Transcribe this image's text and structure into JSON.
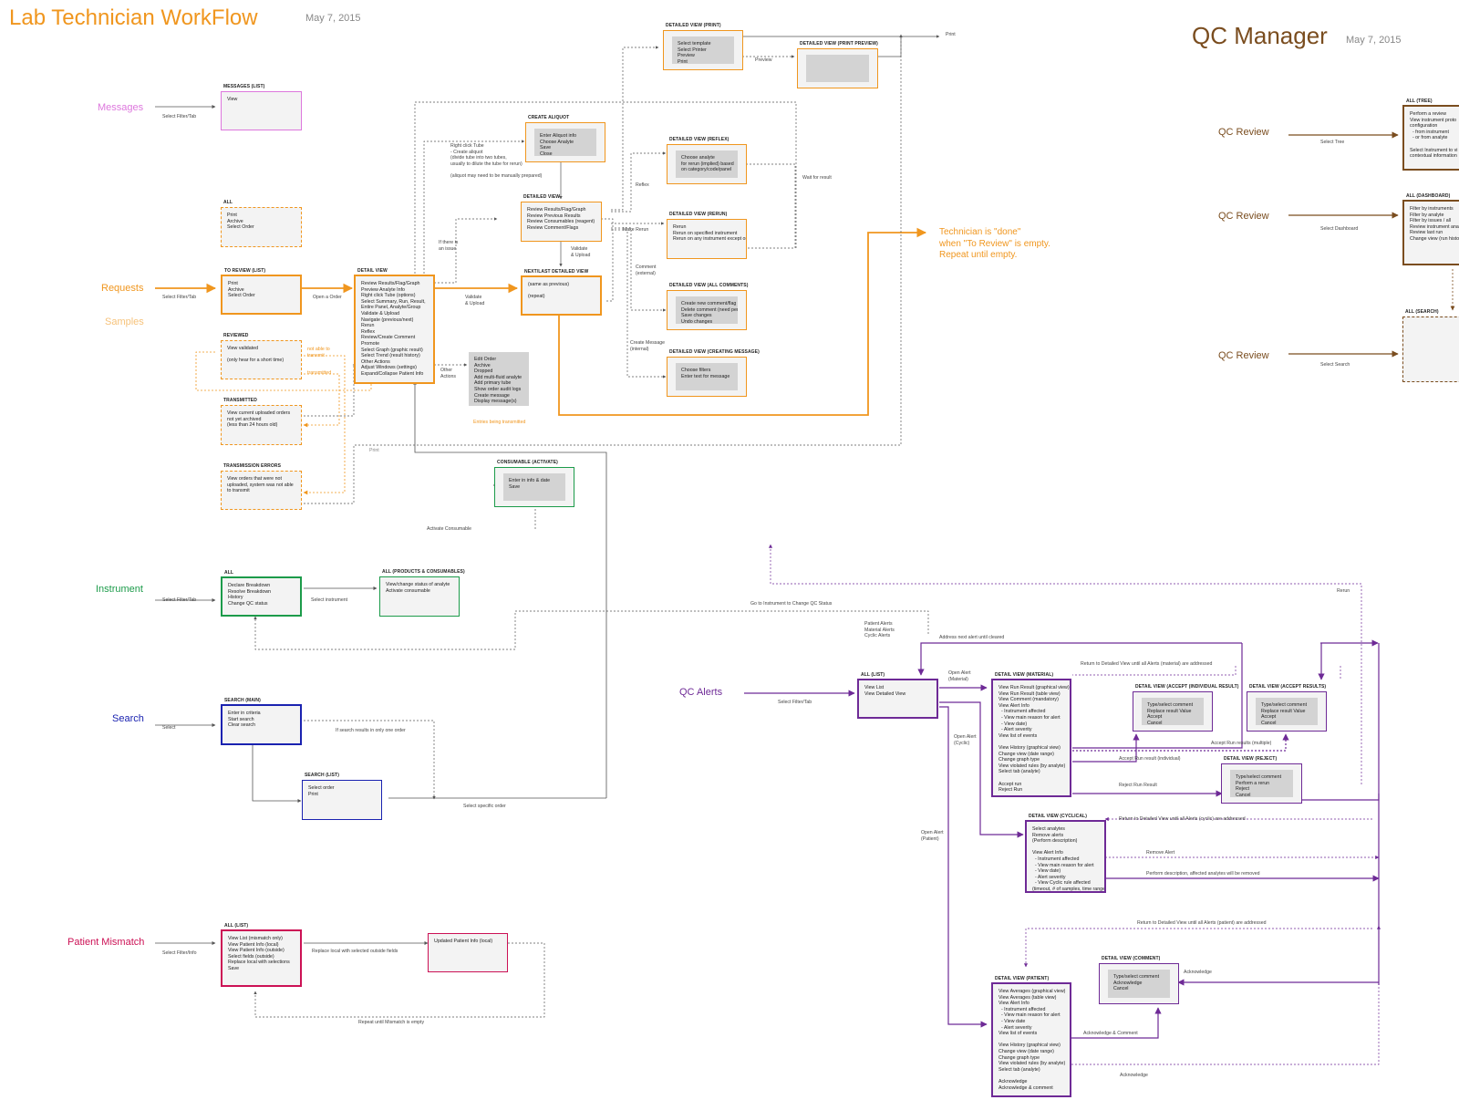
{
  "titles": {
    "lab_title": "Lab Technician WorkFlow",
    "lab_date": "May 7, 2015",
    "qc_title": "QC Manager",
    "qc_date": "May 7, 2015"
  },
  "colors": {
    "orange": "#f0961e",
    "pink": "#dd77dd",
    "green": "#1c9b4a",
    "blue": "#1a22b0",
    "crimson": "#cc1155",
    "purple": "#6e2a96",
    "brown": "#7a4d1f"
  },
  "sections": {
    "messages": "Messages",
    "requests": "Requests",
    "samples": "Samples",
    "instrument": "Instrument",
    "search": "Search",
    "patient_mismatch": "Patient Mismatch",
    "qc_alerts": "QC Alerts",
    "qc_review_1": "QC Review",
    "qc_review_2": "QC Review",
    "qc_review_3": "QC Review",
    "done_note": "Technician is \"done\"\nwhen \"To Review\" is empty.\nRepeat until empty."
  },
  "boxes": {
    "messages_list": {
      "title": "MESSAGES (LIST)",
      "body": "View"
    },
    "all_orders": {
      "title": "ALL",
      "body": "Print\nArchive\nSelect Order"
    },
    "to_review": {
      "title": "TO REVIEW (LIST)",
      "body": "Print\nArchive\nSelect Order"
    },
    "reviewed": {
      "title": "REVIEWED",
      "body": "View validated\n\n(only hear for a short time)"
    },
    "reviewed_side": "not able to\ntransmit\n\n\ntransmitted",
    "transmitted": {
      "title": "TRANSMITTED",
      "body": "View current uploaded orders\nnot yet archived\n(less than 24 hours old)"
    },
    "transmission_errors": {
      "title": "TRANSMISSION ERRORS",
      "body": "View orders that were not\nuploaded, system was not able\nto transmit"
    },
    "detail_view": {
      "title": "DETAIL VIEW",
      "body": "Review Results/Flag/Graph\nPreview Analyte Info\nRight click Tube (options)\nSelect Summary, Run, Result,\nEntire Panel, Analyte/Group\nValidate & Upload\nNavigate (previous/next)\nRerun\nReflex\nReview/Create Comment\nPromote\nSelect Graph (graphic result)\nSelect Trend (result history)\nOther Actions\nAdjust Windows (settings)\nExpand/Collapse Patient Info"
    },
    "other_actions": {
      "body": "Edit Order\nArchive\nDropped\nAdd multi-fluid analyte\nAdd primary tube\nShow order audit logs\nCreate message\nDisplay message(s)"
    },
    "create_aliquot": {
      "title": "CREATE ALIQUOT",
      "body": "Enter Aliquot info\nChoose Analyte\nSave\nClose"
    },
    "detailed_view": {
      "title": "DETAILED VIEW",
      "body": "Review Results/Flag/Graph\nReview Previous Results\nReview Consumables (reagent)\nReview Comment/Flags"
    },
    "next_last": {
      "title": "NEXT/LAST DETAILED VIEW",
      "body": "(same as previous)\n\n(repeat)"
    },
    "dv_print": {
      "title": "DETAILED VIEW (PRINT)",
      "body": "Select template\nSelect Printer\nPreview\nPrint\nClose"
    },
    "dv_print_preview": {
      "title": "DETAILED VIEW (PRINT PREVIEW)",
      "body": ""
    },
    "dv_reflex": {
      "title": "DETAILED VIEW (REFLEX)",
      "body": "Choose analyte\nfor rerun (implied) based\non category/code/panel"
    },
    "dv_rerun": {
      "title": "DETAILED VIEW (RERUN)",
      "body": "Rerun\nRerun on specified instrument\nRerun on any instrument except original"
    },
    "dv_all_comments": {
      "title": "DETAILED VIEW (ALL COMMENTS)",
      "body": "Create new comment/flag\nDelete comment (need permission)\nSave changes\nUndo changes"
    },
    "dv_creating_message": {
      "title": "DETAILED VIEW (CREATING MESSAGE)",
      "body": "Choose filters\nEnter text for message"
    },
    "consumable_activate": {
      "title": "CONSUMABLE (ACTIVATE)",
      "body": "Enter in info & date\nSave"
    },
    "instrument_all": {
      "title": "ALL",
      "body": "Declare Breakdown\nResolve Breakdown\nHistory\nChange QC status"
    },
    "products_consumables": {
      "title": "ALL (PRODUCTS & CONSUMABLES)",
      "body": "View/change status of analyte\nActivate consumable"
    },
    "search_main": {
      "title": "SEARCH (MAIN)",
      "body": "Enter in criteria\nStart search\nClear search"
    },
    "search_list": {
      "title": "SEARCH (LIST)",
      "body": "Select order\nPrint"
    },
    "pm_list": {
      "title": "ALL (LIST)",
      "body": "View List (mismatch only)\nView Patient Info (local)\nView Patient Info (outside)\nSelect fields (outside)\nReplace local with selections\nSave"
    },
    "pm_updated": {
      "title": "",
      "body": "Updated Patient Info (local)"
    },
    "qc_all_list": {
      "title": "ALL (LIST)",
      "body": "View List\nView Detailed View"
    },
    "dv_material": {
      "title": "DETAIL VIEW (MATERIAL)",
      "body": "View Run Result (graphical view)\nView Run Result (table view)\nView Comment (mandatory)\nView Alert Info\n  - Instrument affected\n  - View main reason for alert\n  - View date)\n  - Alert severity\nView list of events\n\nView History (graphical view)\nChange view (date range)\nChange graph type\nView violated rules (by analyte)\nSelect tab (analyte)\n\nAccept run\nReject Run"
    },
    "dv_accept_individual": {
      "title": "DETAIL VIEW (ACCEPT (INDIVIDUAL RESULT)",
      "body": "Type/select comment\nReplace result Value\nAccept\nCancel"
    },
    "dv_accept_results": {
      "title": "DETAIL VIEW (ACCEPT RESULTS)",
      "body": "Type/select comment\nReplace result Value\nAccept\nCancel"
    },
    "dv_reject": {
      "title": "DETAIL VIEW (REJECT)",
      "body": "Type/select comment\nPerform a rerun\nReject\nCancel"
    },
    "dv_cyclical": {
      "title": "DETAIL VIEW (CYCLICAL)",
      "body": "Select analytes\nRemove alerts\n(Perform description)\n\nView Alert Info\n  - Instrument affected\n  - View main reason for alert\n  - View date)\n  - Alert severity\n  - View Cyclic rule affected\n(timeout, # of samples, time range)"
    },
    "dv_comment": {
      "title": "DETAIL VIEW (COMMENT)",
      "body": "Type/select comment\nAcknowledge\nCancel"
    },
    "dv_patient": {
      "title": "DETAIL VIEW (PATIENT)",
      "body": "View Averages (graphical view)\nView Averages (table view)\nView Alert Info\n  - Instrument affected\n  - View main reason for alert\n  - View date\n  - Alert severity\nView list of events\n\nView History (graphical view)\nChange view (date range)\nChange graph type\nView violated rules (by analyte)\nSelect tab (analyte)\n\nAcknowledge\nAcknowledge & comment"
    },
    "qc_tree": {
      "title": "ALL (TREE)",
      "body": "Perform a review\nView instrument proto\nconfiguration\n  - from instrument\n  - or from analyte\n\nSelect Instrument to vi\ncontextual information"
    },
    "qc_dashboard": {
      "title": "ALL (DASHBOARD)",
      "body": "Filter by instruments\nFilter by analyte\nFilter by issues / all\nReview instrument ana\nReview last run\nChange view (run histo"
    },
    "qc_search": {
      "title": "ALL (SEARCH)",
      "body": ""
    }
  },
  "edges": {
    "select_filter_tab_msg": "Select Filter/Tab",
    "select_filter_tab_req": "Select Filter/Tab",
    "open_an_order": "Open a Order",
    "validate_upload": "Validate\n& Upload",
    "validate_upload_2": "Validate\n& Upload",
    "if_issue": "If there is\nan issue",
    "right_click": "Right click Tube\n- Create aliquot\n(divide tube into two tubes,\nusually to dilute the tube for rerun)\n\n(aliquot may need to be manually prepared)",
    "other_actions_lbl": "Other\nActions",
    "entries_transmitted": "Entries being transmitted",
    "print_small": "Print",
    "print_top": "Print",
    "preview": "Preview",
    "reflex": "Reflex",
    "make_rerun": "Make Rerun",
    "wait_for_result": "Wait for result",
    "comment_external": "Comment\n(external)",
    "create_message": "Create Message\n(internal)",
    "activate_consumable": "Activate Consumable",
    "select_filter_tab_inst": "Select Filter/Tab",
    "select_instrument": "Select instrument",
    "select_search": "Select",
    "if_search_one": "If search results in only one order",
    "select_specific_order": "Select specific order",
    "select_filter_info": "Select Filter/Info",
    "replace_local": "Replace local with selected outside fields",
    "repeat_until_mismatch": "Repeat until Mismatch is empty",
    "go_to_instrument": "Go to Instrument to Change QC Status",
    "patient_material_cyclic": "Patient Alerts\nMaterial Alerts\nCyclic Alerts",
    "address_next": "Address next alert until cleared",
    "select_filter_tab_qc": "Select Filter/Tab",
    "open_alert_material": "Open Alert\n(Material)",
    "open_alert_cyclic": "Open Alert\n(Cyclic)",
    "open_alert_patient": "Open Alert\n(Patient)",
    "return_material": "Return to Detailed View until all Alerts (material) are addressed",
    "accept_multiple": "Accept Run results (multiple)",
    "accept_individual": "Accept Run result (individual)",
    "reject_run_result": "Reject Run Result",
    "rerun": "Rerun",
    "return_cyclic": "Return to Detailed View until all Alerts (cyclic) are addressed",
    "remove_alert": "Remove Alert",
    "perform_description": "Perform description, affected analytes will be removed",
    "return_patient": "Return to Detailed View until all Alerts (patient) are addressed",
    "acknowledge": "Acknowledge",
    "acknowledge_comment": "Acknowledge & Comment",
    "acknowledge_2": "Acknowledge",
    "select_tree": "Select Tree",
    "select_dashboard": "Select Dashboard",
    "select_search_qc": "Select Search"
  }
}
